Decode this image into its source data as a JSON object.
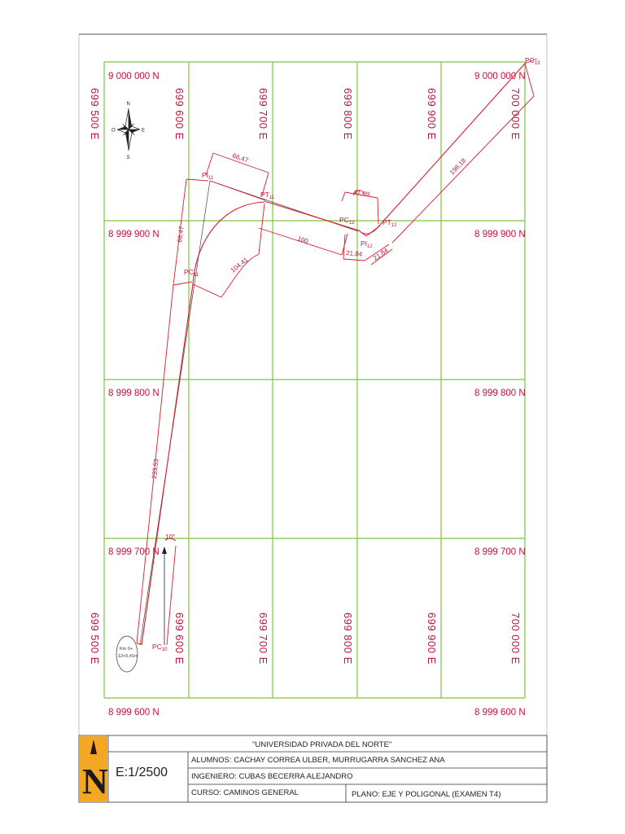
{
  "grid": {
    "north_labels": {
      "n9000000": "9 000 000 N",
      "n8999900": "8 999 900 N",
      "n8999800": "8 999 800 N",
      "n8999700": "8 999 700 N",
      "n8999600": "8 999 600 N"
    },
    "east_labels": {
      "e699500": "699 500 E",
      "e699600": "699 600 E",
      "e699700": "699 700 E",
      "e699800": "699 800 E",
      "e699900": "699 900 E",
      "e700000": "700 000 E"
    }
  },
  "compass": {
    "n": "N",
    "s": "S",
    "e": "E",
    "o": "O"
  },
  "points": {
    "pi11": "PI",
    "pi11_sub": "11",
    "pt11": "PT",
    "pt11_sub": "11",
    "pc11": "PC",
    "pc11_sub": "11",
    "pc12": "PC",
    "pc12_sub": "12",
    "pi12": "PI",
    "pi12_sub": "12",
    "pt12": "PT",
    "pt12_sub": "12",
    "pc13": "PC",
    "pc13_sub": "13",
    "pc10": "PC",
    "pc10_sub": "10"
  },
  "dimensions": {
    "d_66_47_top": "66,47",
    "d_66_47_left": "66,47",
    "d_104_41": "104,41",
    "d_100": "100",
    "d_41_89": "41,89",
    "d_21_84_a": "21,84",
    "d_21_84_b": "21,84",
    "d_198_18": "198,18",
    "d_233_53": "233,53",
    "d_10": "10°"
  },
  "km_marker": {
    "line1": "Km 0+",
    "line2": "12+5,41m"
  },
  "colors": {
    "grid": "#7dc443",
    "accent": "#d81e2a",
    "label": "#c0143c",
    "logo": "#f5a623"
  },
  "title_block": {
    "university": "\"UNIVERSIDAD PRIVADA DEL NORTE\"",
    "scale": "E:1/2500",
    "alumnos": "ALUMNOS: CACHAY CORREA ULBER, MURRUGARRA SANCHEZ ANA",
    "ingeniero": "INGENIERO: CUBAS BECERRA ALEJANDRO",
    "curso": "CURSO: CAMINOS GENERAL",
    "plano": "PLANO: EJE Y POLIGONAL (EXAMEN T4)"
  }
}
